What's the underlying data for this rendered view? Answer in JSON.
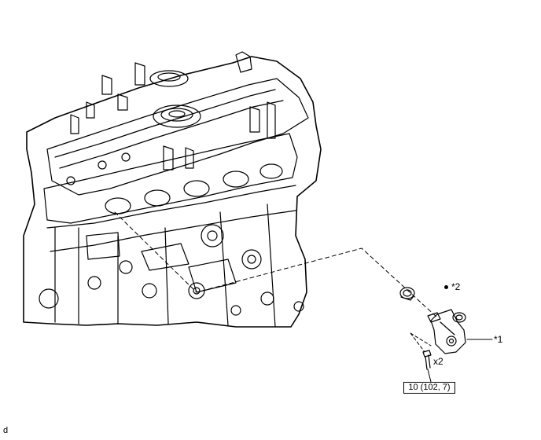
{
  "labels": {
    "part_1": "*1",
    "part_2": "*2",
    "bolt_qty": "x2",
    "torque": "10 (102, 7)",
    "corner_code": "d"
  }
}
